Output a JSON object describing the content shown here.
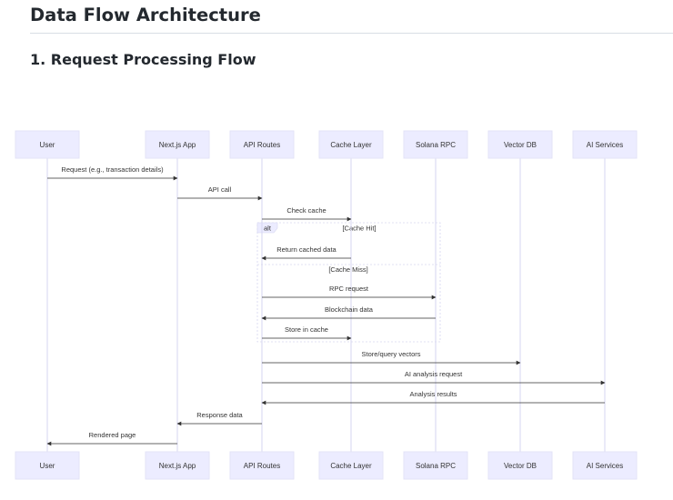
{
  "page": {
    "title": "Data Flow Architecture",
    "section_title": "1. Request Processing Flow"
  },
  "diagram": {
    "participants": [
      "User",
      "Next.js App",
      "API Routes",
      "Cache Layer",
      "Solana RPC",
      "Vector DB",
      "AI Services"
    ],
    "messages": [
      {
        "from": 0,
        "to": 1,
        "label": "Request (e.g., transaction details)"
      },
      {
        "from": 1,
        "to": 2,
        "label": "API call"
      },
      {
        "from": 2,
        "to": 3,
        "label": "Check cache"
      },
      {
        "from": 3,
        "to": 2,
        "label": "Return cached data"
      },
      {
        "from": 2,
        "to": 4,
        "label": "RPC request"
      },
      {
        "from": 4,
        "to": 2,
        "label": "Blockchain data"
      },
      {
        "from": 2,
        "to": 3,
        "label": "Store in cache"
      },
      {
        "from": 2,
        "to": 5,
        "label": "Store/query vectors"
      },
      {
        "from": 2,
        "to": 6,
        "label": "AI analysis request"
      },
      {
        "from": 6,
        "to": 2,
        "label": "Analysis results"
      },
      {
        "from": 2,
        "to": 1,
        "label": "Response data"
      },
      {
        "from": 1,
        "to": 0,
        "label": "Rendered page"
      }
    ],
    "alt_block": {
      "keyword": "alt",
      "branches": [
        "[Cache Hit]",
        "[Cache Miss]"
      ]
    }
  }
}
